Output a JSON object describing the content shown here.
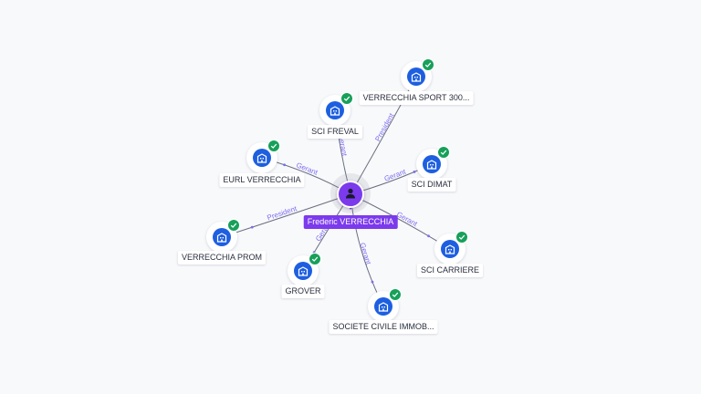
{
  "center": {
    "name": "Frederic VERRECCHIA",
    "icon": "person-icon",
    "color": "#7c3aed"
  },
  "entities": [
    {
      "key": "sport",
      "name": "VERRECCHIA SPORT 300...",
      "role": "President",
      "icon": "building-icon",
      "verified": true
    },
    {
      "key": "freval",
      "name": "SCI FREVAL",
      "role": "Gerant",
      "icon": "building-icon",
      "verified": true
    },
    {
      "key": "eurl",
      "name": "EURL VERRECCHIA",
      "role": "Gerant",
      "icon": "building-icon",
      "verified": true
    },
    {
      "key": "dimat",
      "name": "SCI DIMAT",
      "role": "Gerant",
      "icon": "building-icon",
      "verified": true
    },
    {
      "key": "prom",
      "name": "VERRECCHIA PROM",
      "role": "President",
      "icon": "building-icon",
      "verified": true
    },
    {
      "key": "carriere",
      "name": "SCI CARRIERE",
      "role": "Gerant",
      "icon": "building-icon",
      "verified": true
    },
    {
      "key": "grover",
      "name": "GROVER",
      "role": "Gerant",
      "icon": "building-icon",
      "verified": true
    },
    {
      "key": "civile",
      "name": "SOCIETE CIVILE IMMOB...",
      "role": "Gerant",
      "icon": "building-icon",
      "verified": true
    }
  ],
  "colors": {
    "node": "#1d5fe0",
    "verified_badge": "#17a05a",
    "edge_label": "#7c6cf0",
    "edge": "#6b6f80"
  }
}
